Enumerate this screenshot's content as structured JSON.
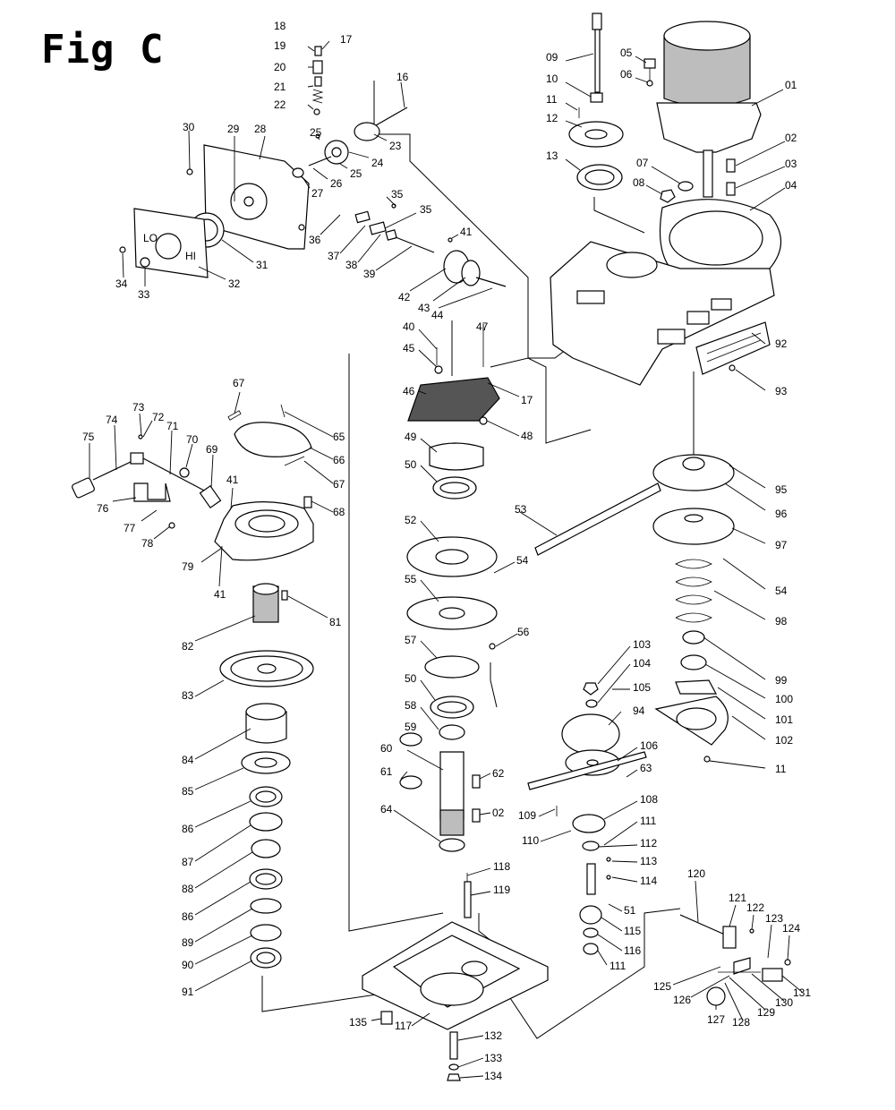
{
  "title": "Fig C",
  "labels": [
    {
      "id": "l1",
      "text": "01"
    },
    {
      "id": "l2",
      "text": "02"
    },
    {
      "id": "l3",
      "text": "03"
    },
    {
      "id": "l4",
      "text": "04"
    },
    {
      "id": "l5",
      "text": "05"
    },
    {
      "id": "l6",
      "text": "06"
    },
    {
      "id": "l7",
      "text": "07"
    },
    {
      "id": "l8",
      "text": "08"
    },
    {
      "id": "l9",
      "text": "09"
    },
    {
      "id": "l10",
      "text": "10"
    },
    {
      "id": "l11",
      "text": "11"
    },
    {
      "id": "l12",
      "text": "12"
    },
    {
      "id": "l13",
      "text": "13"
    },
    {
      "id": "l16",
      "text": "16"
    },
    {
      "id": "l17a",
      "text": "17"
    },
    {
      "id": "l17b",
      "text": "17"
    },
    {
      "id": "l18",
      "text": "18"
    },
    {
      "id": "l19",
      "text": "19"
    },
    {
      "id": "l20",
      "text": "20"
    },
    {
      "id": "l21",
      "text": "21"
    },
    {
      "id": "l22",
      "text": "22"
    },
    {
      "id": "l23",
      "text": "23"
    },
    {
      "id": "l24",
      "text": "24"
    },
    {
      "id": "l25a",
      "text": "25"
    },
    {
      "id": "l25b",
      "text": "25"
    },
    {
      "id": "l26",
      "text": "26"
    },
    {
      "id": "l27",
      "text": "27"
    },
    {
      "id": "l28",
      "text": "28"
    },
    {
      "id": "l29",
      "text": "29"
    },
    {
      "id": "l30",
      "text": "30"
    },
    {
      "id": "l31",
      "text": "31"
    },
    {
      "id": "l32",
      "text": "32"
    },
    {
      "id": "l33",
      "text": "33"
    },
    {
      "id": "l34",
      "text": "34"
    },
    {
      "id": "l35a",
      "text": "35"
    },
    {
      "id": "l35b",
      "text": "35"
    },
    {
      "id": "l36",
      "text": "36"
    },
    {
      "id": "l37",
      "text": "37"
    },
    {
      "id": "l38",
      "text": "38"
    },
    {
      "id": "l39",
      "text": "39"
    },
    {
      "id": "l40",
      "text": "40"
    },
    {
      "id": "l41a",
      "text": "41"
    },
    {
      "id": "l41b",
      "text": "41"
    },
    {
      "id": "l41c",
      "text": "41"
    },
    {
      "id": "l42",
      "text": "42"
    },
    {
      "id": "l43",
      "text": "43"
    },
    {
      "id": "l44",
      "text": "44"
    },
    {
      "id": "l45",
      "text": "45"
    },
    {
      "id": "l46",
      "text": "46"
    },
    {
      "id": "l47",
      "text": "47"
    },
    {
      "id": "l48",
      "text": "48"
    },
    {
      "id": "l49",
      "text": "49"
    },
    {
      "id": "l50a",
      "text": "50"
    },
    {
      "id": "l50b",
      "text": "50"
    },
    {
      "id": "l51",
      "text": "51"
    },
    {
      "id": "l52",
      "text": "52"
    },
    {
      "id": "l53",
      "text": "53"
    },
    {
      "id": "l54a",
      "text": "54"
    },
    {
      "id": "l54b",
      "text": "54"
    },
    {
      "id": "l55",
      "text": "55"
    },
    {
      "id": "l56",
      "text": "56"
    },
    {
      "id": "l57",
      "text": "57"
    },
    {
      "id": "l58",
      "text": "58"
    },
    {
      "id": "l59",
      "text": "59"
    },
    {
      "id": "l60",
      "text": "60"
    },
    {
      "id": "l61",
      "text": "61"
    },
    {
      "id": "l62",
      "text": "62"
    },
    {
      "id": "l02b",
      "text": "02"
    },
    {
      "id": "l63",
      "text": "63"
    },
    {
      "id": "l64",
      "text": "64"
    },
    {
      "id": "l65",
      "text": "65"
    },
    {
      "id": "l66",
      "text": "66"
    },
    {
      "id": "l67a",
      "text": "67"
    },
    {
      "id": "l67b",
      "text": "67"
    },
    {
      "id": "l68",
      "text": "68"
    },
    {
      "id": "l69",
      "text": "69"
    },
    {
      "id": "l70",
      "text": "70"
    },
    {
      "id": "l71",
      "text": "71"
    },
    {
      "id": "l72",
      "text": "72"
    },
    {
      "id": "l73",
      "text": "73"
    },
    {
      "id": "l74",
      "text": "74"
    },
    {
      "id": "l75",
      "text": "75"
    },
    {
      "id": "l76",
      "text": "76"
    },
    {
      "id": "l77",
      "text": "77"
    },
    {
      "id": "l78",
      "text": "78"
    },
    {
      "id": "l79",
      "text": "79"
    },
    {
      "id": "l81",
      "text": "81"
    },
    {
      "id": "l82",
      "text": "82"
    },
    {
      "id": "l83",
      "text": "83"
    },
    {
      "id": "l84",
      "text": "84"
    },
    {
      "id": "l85",
      "text": "85"
    },
    {
      "id": "l86a",
      "text": "86"
    },
    {
      "id": "l87",
      "text": "87"
    },
    {
      "id": "l88",
      "text": "88"
    },
    {
      "id": "l86b",
      "text": "86"
    },
    {
      "id": "l89",
      "text": "89"
    },
    {
      "id": "l90",
      "text": "90"
    },
    {
      "id": "l91",
      "text": "91"
    },
    {
      "id": "l92",
      "text": "92"
    },
    {
      "id": "l93",
      "text": "93"
    },
    {
      "id": "l94",
      "text": "94"
    },
    {
      "id": "l95",
      "text": "95"
    },
    {
      "id": "l96",
      "text": "96"
    },
    {
      "id": "l97",
      "text": "97"
    },
    {
      "id": "l98",
      "text": "98"
    },
    {
      "id": "l99",
      "text": "99"
    },
    {
      "id": "l100",
      "text": "100"
    },
    {
      "id": "l101",
      "text": "101"
    },
    {
      "id": "l102",
      "text": "102"
    },
    {
      "id": "l11b",
      "text": "11"
    },
    {
      "id": "l103",
      "text": "103"
    },
    {
      "id": "l104",
      "text": "104"
    },
    {
      "id": "l105",
      "text": "105"
    },
    {
      "id": "l106",
      "text": "106"
    },
    {
      "id": "l108",
      "text": "108"
    },
    {
      "id": "l109",
      "text": "109"
    },
    {
      "id": "l110",
      "text": "110"
    },
    {
      "id": "l111a",
      "text": "111"
    },
    {
      "id": "l112",
      "text": "112"
    },
    {
      "id": "l113",
      "text": "113"
    },
    {
      "id": "l114",
      "text": "114"
    },
    {
      "id": "l115",
      "text": "115"
    },
    {
      "id": "l116",
      "text": "116"
    },
    {
      "id": "l111b",
      "text": "111"
    },
    {
      "id": "l117",
      "text": "117"
    },
    {
      "id": "l118",
      "text": "118"
    },
    {
      "id": "l119",
      "text": "119"
    },
    {
      "id": "l120",
      "text": "120"
    },
    {
      "id": "l121",
      "text": "121"
    },
    {
      "id": "l122",
      "text": "122"
    },
    {
      "id": "l123",
      "text": "123"
    },
    {
      "id": "l124",
      "text": "124"
    },
    {
      "id": "l125",
      "text": "125"
    },
    {
      "id": "l126",
      "text": "126"
    },
    {
      "id": "l127",
      "text": "127"
    },
    {
      "id": "l128",
      "text": "128"
    },
    {
      "id": "l129",
      "text": "129"
    },
    {
      "id": "l130",
      "text": "130"
    },
    {
      "id": "l131",
      "text": "131"
    },
    {
      "id": "l132",
      "text": "132"
    },
    {
      "id": "l133",
      "text": "133"
    },
    {
      "id": "l134",
      "text": "134"
    },
    {
      "id": "l135",
      "text": "135"
    }
  ],
  "cover_plate": {
    "lo": "LO",
    "hi": "HI"
  }
}
